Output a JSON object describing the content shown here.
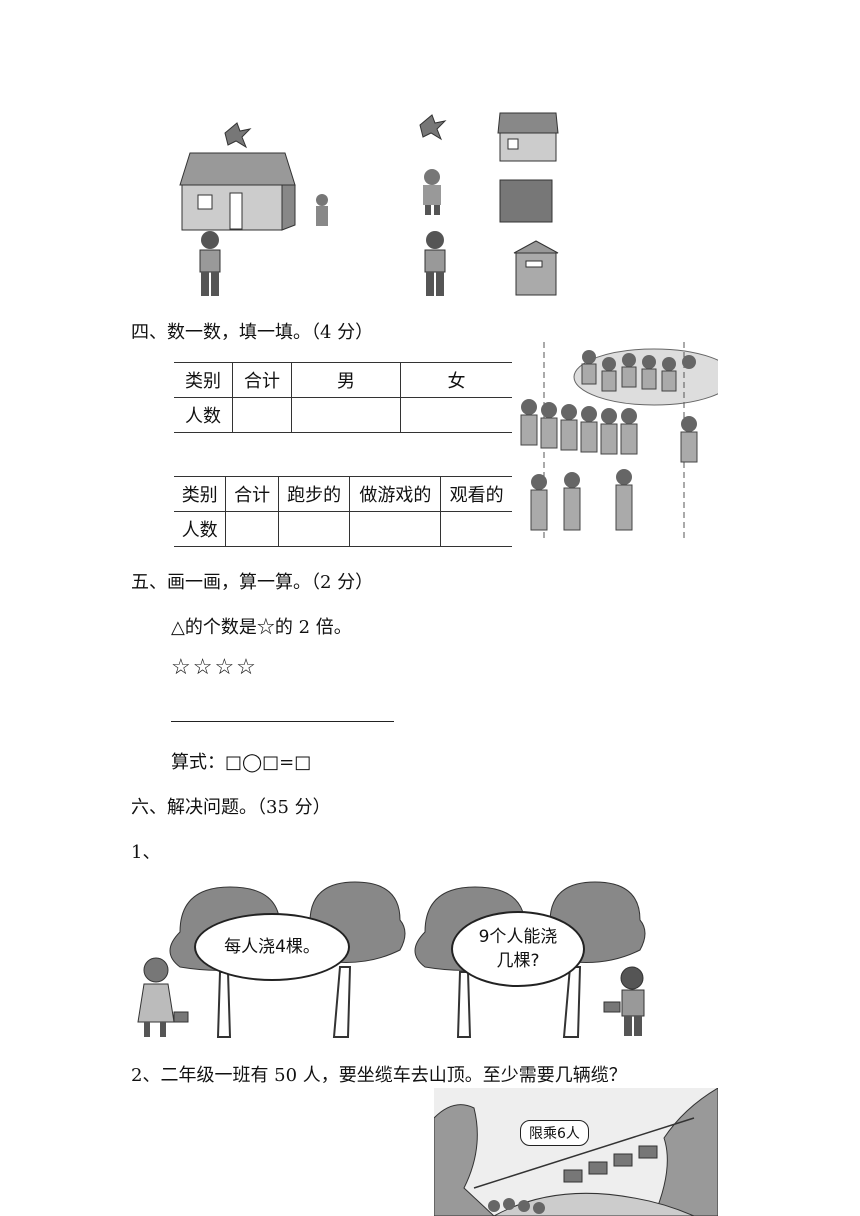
{
  "section4": {
    "heading": "四、数一数，填一填。（4 分）",
    "table1": {
      "headers": [
        "类别",
        "合计",
        "男",
        "女"
      ],
      "row_label": "人数"
    },
    "table2": {
      "headers": [
        "类别",
        "合计",
        "跑步的",
        "做游戏的",
        "观看的"
      ],
      "row_label": "人数"
    }
  },
  "section5": {
    "heading": "五、画一画，算一算。（2 分）",
    "prompt": "△的个数是☆的 2 倍。",
    "stars": "☆☆☆☆",
    "formula": "算式：□◯□=□"
  },
  "section6": {
    "heading": "六、解决问题。（35 分）",
    "q1_number": "1、",
    "q1_bubble_left": "每人浇4棵。",
    "q1_bubble_right": "9个人能浇几棵?",
    "q2_text": "2、二年级一班有 50 人，要坐缆车去山顶。至少需要几辆缆？",
    "q2_sign": "限乘6人"
  }
}
